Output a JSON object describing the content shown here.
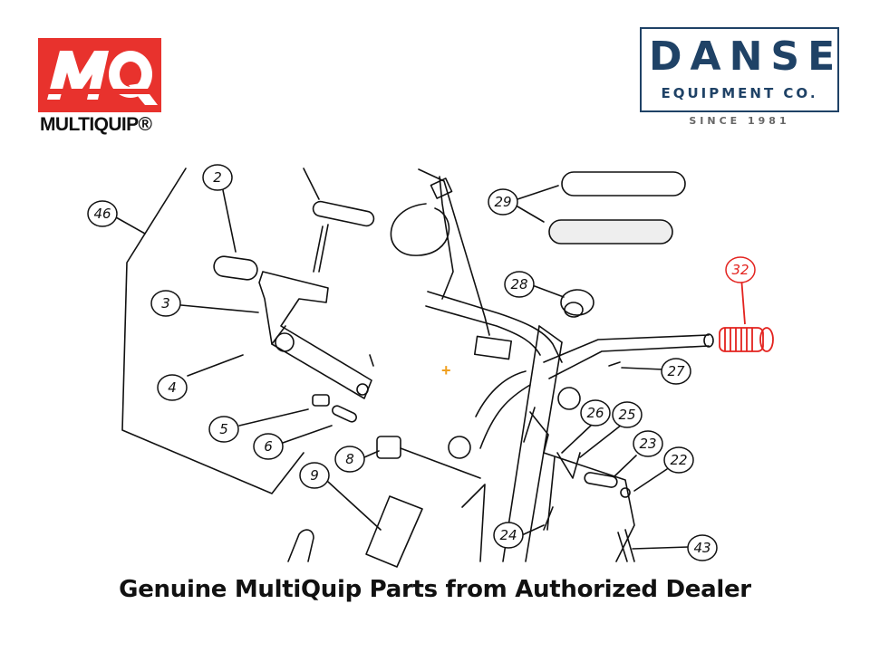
{
  "logos": {
    "multiquip": {
      "mark": "MQ",
      "wordmark": "MULTIQUIP®",
      "color": "#e8322d"
    },
    "danse": {
      "title": "DANSE",
      "subtitle": "EQUIPMENT CO.",
      "since": "SINCE 1981",
      "color": "#1f4266"
    }
  },
  "diagram": {
    "callouts": [
      {
        "id": "c46",
        "label": "46",
        "highlight": false
      },
      {
        "id": "c2",
        "label": "2",
        "highlight": false
      },
      {
        "id": "c3",
        "label": "3",
        "highlight": false
      },
      {
        "id": "c4",
        "label": "4",
        "highlight": false
      },
      {
        "id": "c5",
        "label": "5",
        "highlight": false
      },
      {
        "id": "c6",
        "label": "6",
        "highlight": false
      },
      {
        "id": "c8",
        "label": "8",
        "highlight": false
      },
      {
        "id": "c9",
        "label": "9",
        "highlight": false
      },
      {
        "id": "c29",
        "label": "29",
        "highlight": false
      },
      {
        "id": "c28",
        "label": "28",
        "highlight": false
      },
      {
        "id": "c32",
        "label": "32",
        "highlight": true
      },
      {
        "id": "c27",
        "label": "27",
        "highlight": false
      },
      {
        "id": "c26",
        "label": "26",
        "highlight": false
      },
      {
        "id": "c25",
        "label": "25",
        "highlight": false
      },
      {
        "id": "c23",
        "label": "23",
        "highlight": false
      },
      {
        "id": "c22",
        "label": "22",
        "highlight": false
      },
      {
        "id": "c24",
        "label": "24",
        "highlight": false
      },
      {
        "id": "c43",
        "label": "43",
        "highlight": false
      }
    ],
    "highlight_color": "#e3231f",
    "marker": "+"
  },
  "footer": {
    "text": "Genuine MultiQuip Parts from Authorized Dealer"
  }
}
